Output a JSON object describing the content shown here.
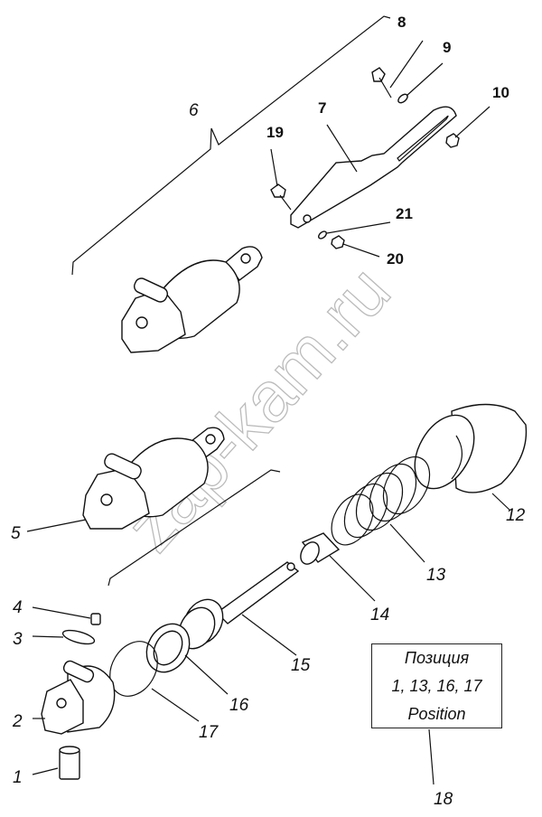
{
  "diagram": {
    "callouts": {
      "c1": "1",
      "c2": "2",
      "c3": "3",
      "c4": "4",
      "c5": "5",
      "c6": "6",
      "c7": "7",
      "c8": "8",
      "c9": "9",
      "c10": "10",
      "c12": "12",
      "c13": "13",
      "c14": "14",
      "c15": "15",
      "c16": "16",
      "c17": "17",
      "c18": "18",
      "c19": "19",
      "c20": "20",
      "c21": "21"
    },
    "note": {
      "line1": "Позиция",
      "line2": "1, 13, 16, 17",
      "line3": "Position"
    },
    "watermark": "zap-kam.ru"
  }
}
